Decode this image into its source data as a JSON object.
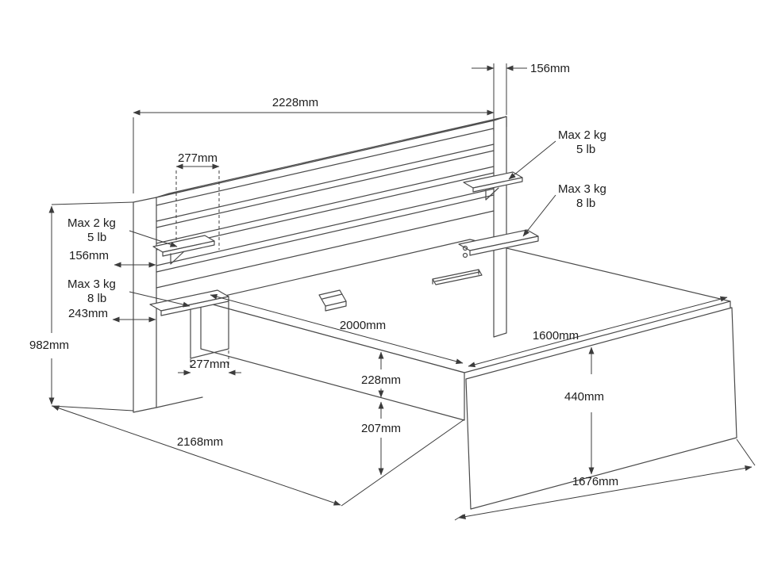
{
  "drawing": {
    "dims": {
      "headboard_top_depth": "156mm",
      "headboard_width": "2228mm",
      "upper_shelf_offset": "277mm",
      "left_shelf_depth": "156mm",
      "lower_shelf_depth": "243mm",
      "headboard_height": "982mm",
      "lower_shelf_offset": "277mm",
      "bed_length": "2000mm",
      "bed_width": "1600mm",
      "frame_side_height": "228mm",
      "under_bed_clearance": "207mm",
      "footboard_height": "440mm",
      "overall_length": "2168mm",
      "footboard_width": "1676mm"
    },
    "loads": {
      "right_upper": {
        "line1": "Max 2 kg",
        "line2": "5 lb"
      },
      "right_lower": {
        "line1": "Max 3 kg",
        "line2": "8 lb"
      },
      "left_upper": {
        "line1": "Max 2 kg",
        "line2": "5 lb"
      },
      "left_lower": {
        "line1": "Max 3 kg",
        "line2": "8 lb"
      }
    }
  }
}
